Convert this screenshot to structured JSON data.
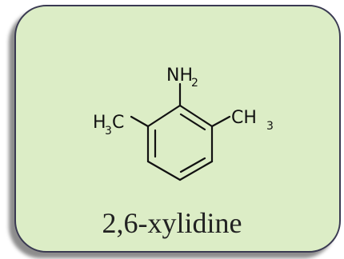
{
  "colors": {
    "card_background": "#dcedc6",
    "card_border": "#3a3a52",
    "bond": "#111111",
    "text": "#222222"
  },
  "structure": {
    "amine_group": {
      "main": "NH",
      "subscript": "2"
    },
    "left_methyl": {
      "h": "H",
      "subscript": "3",
      "c": "C"
    },
    "right_methyl": {
      "main": "CH",
      "subscript": "3"
    }
  },
  "caption": "2,6-xylidine"
}
